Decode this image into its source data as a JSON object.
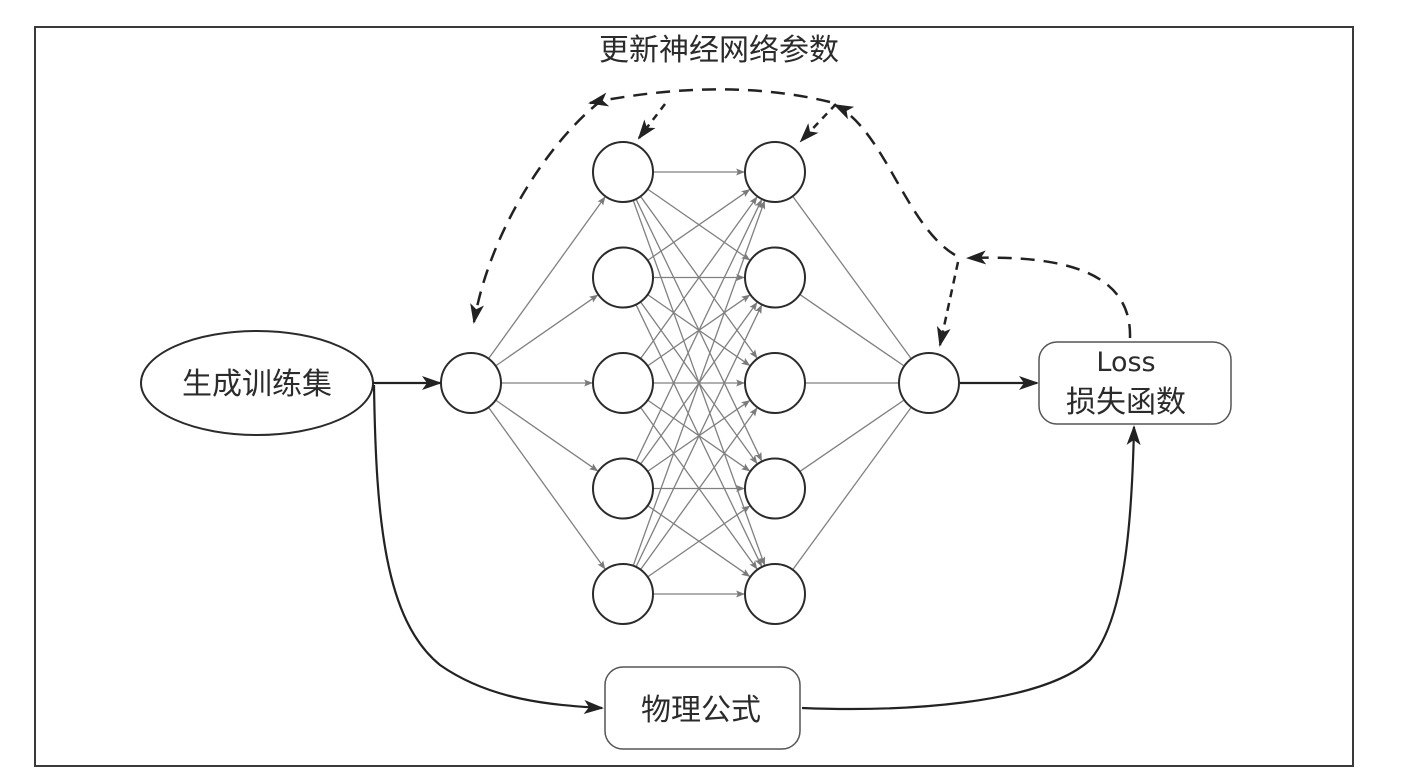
{
  "diagram": {
    "title": "更新神经网络参数",
    "training_set_label": "生成训练集",
    "loss_box": {
      "line1": "Loss",
      "line2": "损失函数"
    },
    "physics_box_label": "物理公式",
    "network": {
      "input_nodes": 1,
      "hidden_layers": [
        5,
        5
      ],
      "output_nodes": 1,
      "connections": "fully-connected"
    },
    "flows": [
      {
        "from": "生成训练集",
        "to": "input-node",
        "style": "solid"
      },
      {
        "from": "input-node",
        "to": "hidden-layer-1",
        "style": "solid-thin"
      },
      {
        "from": "hidden-layer-1",
        "to": "hidden-layer-2",
        "style": "solid-thin"
      },
      {
        "from": "hidden-layer-2",
        "to": "output-node",
        "style": "solid-thin"
      },
      {
        "from": "output-node",
        "to": "Loss 损失函数",
        "style": "solid"
      },
      {
        "from": "生成训练集",
        "to": "物理公式",
        "style": "solid-curve"
      },
      {
        "from": "物理公式",
        "to": "Loss 损失函数",
        "style": "solid-curve"
      },
      {
        "from": "Loss 损失函数",
        "to": "all-layers",
        "style": "dashed",
        "label": "更新神经网络参数"
      }
    ],
    "colors": {
      "stroke": "#2b2b2b",
      "edge": "#808080",
      "background": "#ffffff"
    }
  }
}
